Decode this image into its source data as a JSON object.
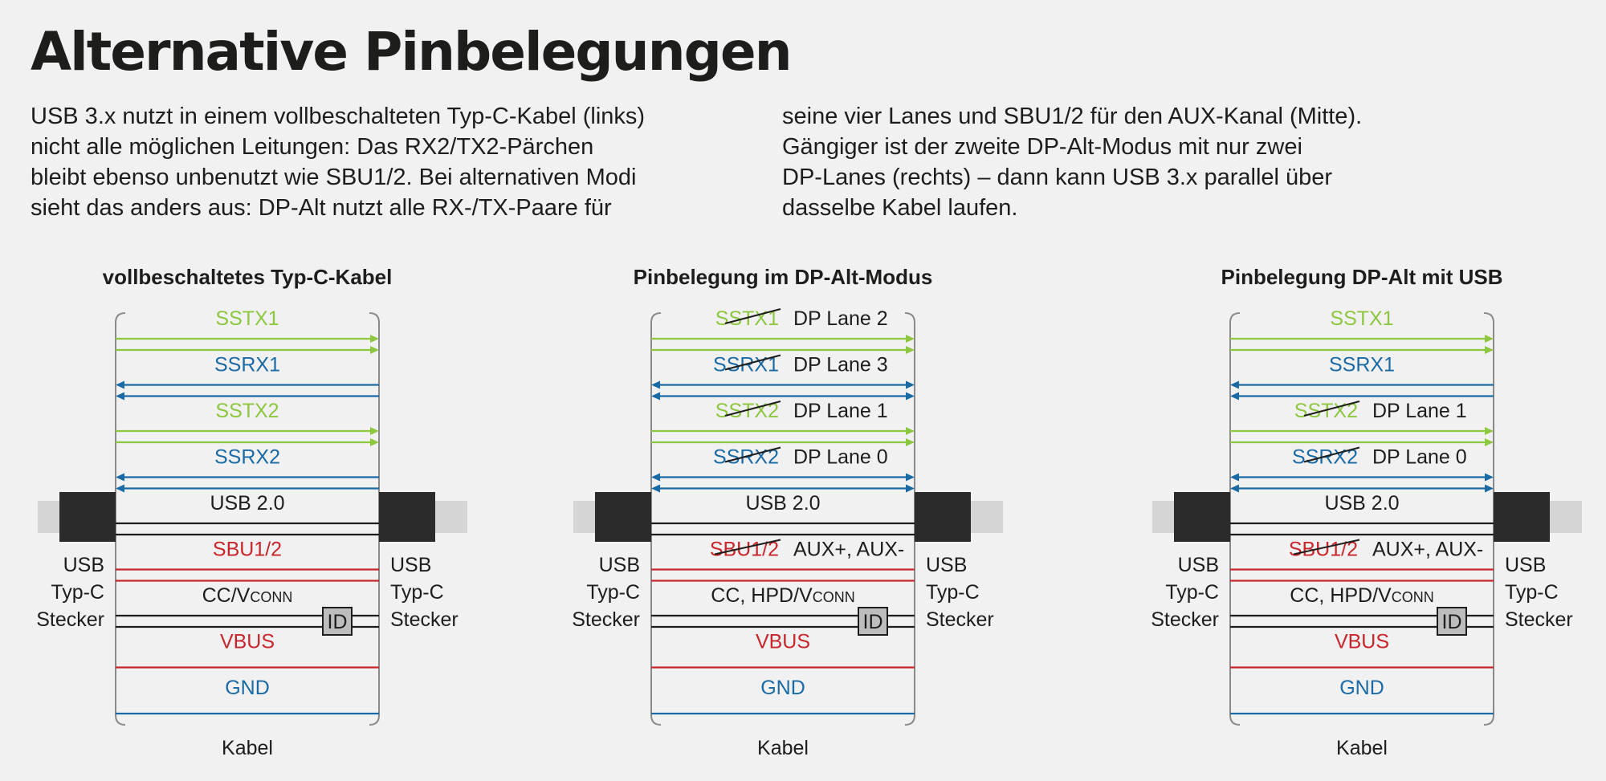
{
  "title": "Alternative Pinbelegungen",
  "intro": {
    "left_lines": [
      "USB 3.x nutzt in einem vollbeschalteten Typ-C-Kabel (links)",
      "nicht alle möglichen Leitungen: Das RX2/TX2-Pärchen",
      "bleibt ebenso unbenutzt wie SBU1/2. Bei alternativen Modi",
      "sieht das anders aus: DP-Alt nutzt alle RX-/TX-Paare für"
    ],
    "right_lines": [
      "seine vier Lanes und SBU1/2 für den AUX-Kanal (Mitte).",
      "Gängiger ist der zweite DP-Alt-Modus mit nur zwei",
      "DP-Lanes (rechts) – dann kann USB 3.x parallel über",
      "dasselbe Kabel laufen."
    ]
  },
  "colors": {
    "green": "#8dc63f",
    "blue": "#1a6aa6",
    "red": "#c8262c",
    "black": "#1d1d1b",
    "connector": "#2b2b2b",
    "cable_stub": "#d5d5d5",
    "id_box": "#bdbdbd"
  },
  "diagrams": [
    {
      "title": "vollbeschaltetes Typ-C-Kabel",
      "connector_label_lines": [
        "USB",
        "Typ-C",
        "Stecker"
      ],
      "cable_label": "Kabel",
      "lines": [
        {
          "label": "SSTX1",
          "color": "green",
          "style": "pair-right",
          "struck": false,
          "mode": ""
        },
        {
          "label": "SSRX1",
          "color": "blue",
          "style": "pair-left",
          "struck": false,
          "mode": ""
        },
        {
          "label": "SSTX2",
          "color": "green",
          "style": "pair-right",
          "struck": false,
          "mode": ""
        },
        {
          "label": "SSRX2",
          "color": "blue",
          "style": "pair-left",
          "struck": false,
          "mode": ""
        },
        {
          "label": "USB 2.0",
          "color": "black",
          "style": "pair",
          "struck": false,
          "mode": ""
        },
        {
          "label": "SBU1/2",
          "color": "red",
          "style": "pair",
          "struck": false,
          "mode": ""
        },
        {
          "label": "CC/V",
          "sub": "CONN",
          "color": "black",
          "style": "pair-id",
          "struck": false,
          "mode": "",
          "id_label": "ID"
        },
        {
          "label": "VBUS",
          "color": "red",
          "style": "single",
          "struck": false,
          "mode": ""
        },
        {
          "label": "GND",
          "color": "blue",
          "style": "single",
          "struck": false,
          "mode": ""
        }
      ]
    },
    {
      "title": "Pinbelegung im DP-Alt-Modus",
      "connector_label_lines": [
        "USB",
        "Typ-C",
        "Stecker"
      ],
      "cable_label": "Kabel",
      "lines": [
        {
          "label": "SSTX1",
          "color": "green",
          "style": "pair-right",
          "struck": true,
          "mode": "DP Lane 2"
        },
        {
          "label": "SSRX1",
          "color": "blue",
          "style": "pair-both",
          "struck": true,
          "mode": "DP Lane 3"
        },
        {
          "label": "SSTX2",
          "color": "green",
          "style": "pair-right",
          "struck": true,
          "mode": "DP Lane 1"
        },
        {
          "label": "SSRX2",
          "color": "blue",
          "style": "pair-both",
          "struck": true,
          "mode": "DP Lane 0"
        },
        {
          "label": "USB 2.0",
          "color": "black",
          "style": "pair",
          "struck": false,
          "mode": ""
        },
        {
          "label": "SBU1/2",
          "color": "red",
          "style": "pair",
          "struck": true,
          "mode": "AUX+, AUX-"
        },
        {
          "label": "CC, HPD/V",
          "sub": "CONN",
          "color": "black",
          "style": "pair-id",
          "struck": false,
          "mode": "",
          "id_label": "ID"
        },
        {
          "label": "VBUS",
          "color": "red",
          "style": "single",
          "struck": false,
          "mode": ""
        },
        {
          "label": "GND",
          "color": "blue",
          "style": "single",
          "struck": false,
          "mode": ""
        }
      ]
    },
    {
      "title": "Pinbelegung DP-Alt mit USB",
      "connector_label_lines": [
        "USB",
        "Typ-C",
        "Stecker"
      ],
      "cable_label": "Kabel",
      "lines": [
        {
          "label": "SSTX1",
          "color": "green",
          "style": "pair-right",
          "struck": false,
          "mode": ""
        },
        {
          "label": "SSRX1",
          "color": "blue",
          "style": "pair-left",
          "struck": false,
          "mode": ""
        },
        {
          "label": "SSTX2",
          "color": "green",
          "style": "pair-right",
          "struck": true,
          "mode": "DP Lane 1"
        },
        {
          "label": "SSRX2",
          "color": "blue",
          "style": "pair-both",
          "struck": true,
          "mode": "DP Lane 0"
        },
        {
          "label": "USB 2.0",
          "color": "black",
          "style": "pair",
          "struck": false,
          "mode": ""
        },
        {
          "label": "SBU1/2",
          "color": "red",
          "style": "pair",
          "struck": true,
          "mode": "AUX+, AUX-"
        },
        {
          "label": "CC, HPD/V",
          "sub": "CONN",
          "color": "black",
          "style": "pair-id",
          "struck": false,
          "mode": "",
          "id_label": "ID"
        },
        {
          "label": "VBUS",
          "color": "red",
          "style": "single",
          "struck": false,
          "mode": ""
        },
        {
          "label": "GND",
          "color": "blue",
          "style": "single",
          "struck": false,
          "mode": ""
        }
      ]
    }
  ]
}
